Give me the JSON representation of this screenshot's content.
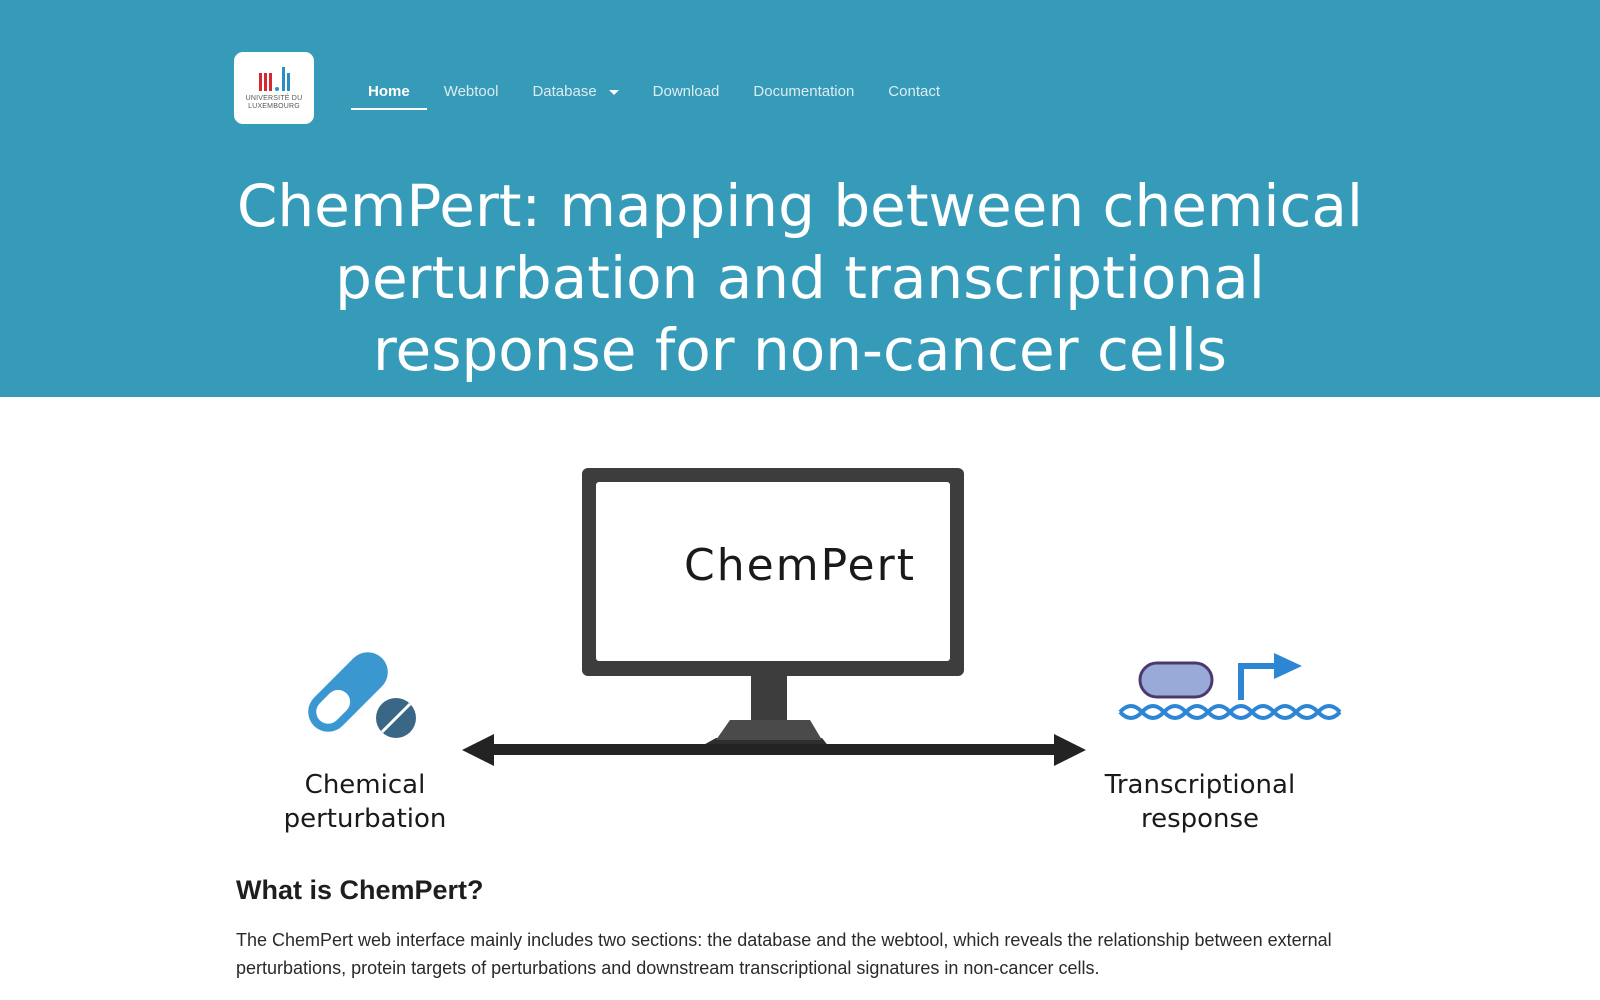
{
  "logo": {
    "mark": "uni.lu",
    "text": "UNIVERSITÉ DU\nLUXEMBOURG"
  },
  "nav": {
    "items": [
      {
        "label": "Home",
        "active": true
      },
      {
        "label": "Webtool",
        "active": false
      },
      {
        "label": "Database",
        "active": false,
        "dropdown": true
      },
      {
        "label": "Download",
        "active": false
      },
      {
        "label": "Documentation",
        "active": false
      },
      {
        "label": "Contact",
        "active": false
      }
    ]
  },
  "hero": {
    "title": "ChemPert: mapping between chemical perturbation and transcriptional response for non-cancer cells",
    "background_color": "#369bb8"
  },
  "diagram": {
    "screen_text": "ChemPert",
    "left_label": "Chemical\nperturbation",
    "right_label": "Transcriptional\nresponse",
    "icons": [
      "pill-icon",
      "computer-monitor-icon",
      "double-arrow-icon",
      "dna-transcription-icon"
    ],
    "colors": {
      "pill_light": "#3a97d0",
      "pill_dark": "#3b6786",
      "monitor": "#3d3d3d",
      "dna": "#2d86d4",
      "polymerase": "#9aaad8"
    }
  },
  "about": {
    "heading": "What is ChemPert?",
    "body": "The ChemPert web interface mainly includes two sections: the database and the webtool, which reveals the relationship between external perturbations, protein targets of perturbations and downstream transcriptional signatures in non-cancer cells."
  }
}
